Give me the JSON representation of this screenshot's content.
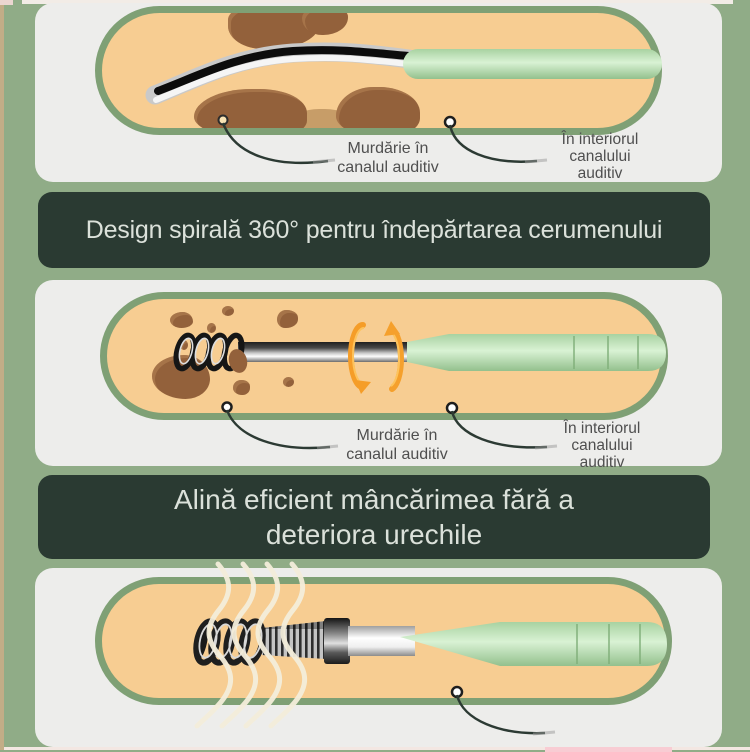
{
  "palette": {
    "page_background": "#90ac87",
    "panel_background": "#ededeb",
    "banner_background": "#2a3a32",
    "banner_text": "#dbe1da",
    "capsule_fill": "#f7cd92",
    "capsule_border": "#7fa075",
    "handle_mint": "#c9ecc4",
    "earwax_brown": "#93613b",
    "rotation_arrow_orange": "#f59d28",
    "label_text": "#4f4f4f",
    "wave_cream": "#f4eedb"
  },
  "section1": {
    "callout_dirt": {
      "line1": "Murdărie în",
      "line2": "canalul auditiv"
    },
    "callout_canal": {
      "line1": "În interiorul",
      "line2": "canalului",
      "line3": "auditiv"
    }
  },
  "section2": {
    "banner": "Design spirală 360° pentru îndepărtarea cerumenului",
    "callout_dirt": {
      "line1": "Murdărie în",
      "line2": "canalul auditiv"
    },
    "callout_canal": {
      "line1": "În interiorul",
      "line2": "canalului",
      "line3": "auditiv"
    }
  },
  "section3": {
    "banner_line1": "Alină eficient mâncărimea fără a",
    "banner_line2": "deteriora urechile"
  }
}
